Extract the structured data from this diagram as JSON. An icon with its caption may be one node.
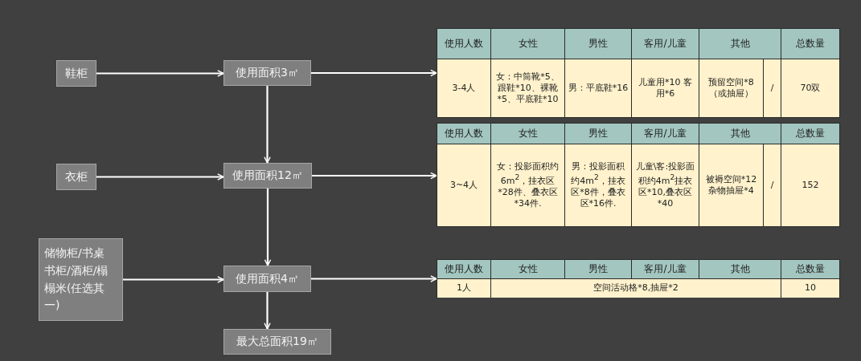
{
  "diagram": {
    "nodes": [
      {
        "text": [
          "鞋柜"
        ]
      },
      {
        "text": [
          "使用面积3㎡"
        ]
      },
      {
        "text": [
          "使用人数",
          "女性",
          "男性",
          "客用/儿童",
          "其他",
          "总数量",
          "3-4人",
          "女：中筒靴*5、跟鞋*10、裸靴*5、平底鞋*10",
          "男：平底鞋*16",
          "儿童用*10 客用*6",
          "预留空间*8（或抽屉）",
          "/",
          "70双"
        ]
      },
      {
        "text": [
          "衣柜"
        ]
      },
      {
        "text": [
          "使用面积12㎡"
        ]
      },
      {
        "text": [
          "使用人数",
          "女性",
          "男性",
          "客用/儿童",
          "其他",
          "总数量",
          "3~4人",
          "女：投影面积约6m$^{2}$，挂衣区*28件、叠衣区*34件.",
          "男：投影面积约4m$^{2}$，挂衣区*8件，叠衣区*16件.",
          "儿童\\客:投影面积约4m$^{2}$挂衣区*10,叠衣区*40",
          "被褥空间*12 杂物抽屉*4",
          "/",
          "152"
        ]
      },
      {
        "text": [
          "储物柜/书桌书柜/酒柜/榻榻米(任选其一)"
        ]
      },
      {
        "text": [
          "使用面积4㎡"
        ]
      },
      {
        "text": [
          "使用人数",
          "女性",
          "男性",
          "客用/儿童",
          "其他",
          "总数量",
          "1人",
          "空间活动格*8,抽屉*2",
          "10"
        ]
      },
      {
        "text": [
          "最大总面积19㎡"
        ]
      }
    ],
    "edges": [
      {
        "from": 0,
        "to": 1,
        "arrow": "to"
      },
      {
        "from": 1,
        "to": 2,
        "arrow": "to"
      },
      {
        "from": 1,
        "to": 4,
        "arrow": "to"
      },
      {
        "from": 3,
        "to": 4,
        "arrow": "to"
      },
      {
        "from": 4,
        "to": 5,
        "arrow": "to"
      },
      {
        "from": 4,
        "to": 7,
        "arrow": "to"
      },
      {
        "from": 6,
        "to": 7,
        "arrow": "to"
      },
      {
        "from": 7,
        "to": 8,
        "arrow": "to"
      },
      {
        "from": 7,
        "to": 9,
        "arrow": "to"
      }
    ]
  }
}
